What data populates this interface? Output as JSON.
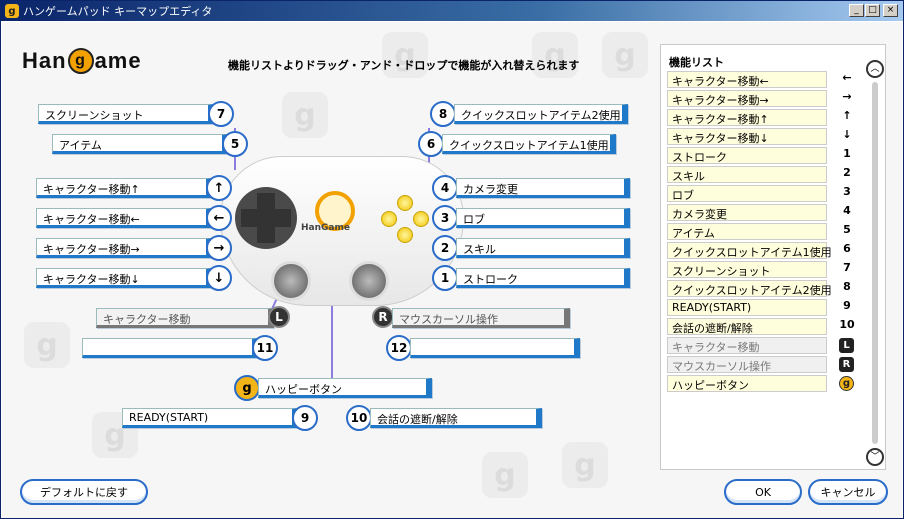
{
  "window": {
    "title": "ハンゲームパッド キーマップエディタ",
    "minimize": "_",
    "maximize": "□",
    "close": "×"
  },
  "logo": {
    "pre": "Han",
    "g": "g",
    "post": "ame"
  },
  "instruction": "機能リストよりドラッグ・アンド・ドロップで機能が入れ替えられます",
  "left_slots": [
    {
      "label": "スクリーンショット",
      "num": "7"
    },
    {
      "label": "アイテム",
      "num": "5"
    },
    {
      "label": "キャラクター移動↑",
      "icon": "↑"
    },
    {
      "label": "キャラクター移動←",
      "icon": "←"
    },
    {
      "label": "キャラクター移動→",
      "icon": "→"
    },
    {
      "label": "キャラクター移動↓",
      "icon": "↓"
    }
  ],
  "right_slots": [
    {
      "label": "クイックスロットアイテム2使用",
      "num": "8"
    },
    {
      "label": "クイックスロットアイテム1使用",
      "num": "6"
    },
    {
      "label": "カメラ変更",
      "num": "4"
    },
    {
      "label": "ロブ",
      "num": "3"
    },
    {
      "label": "スキル",
      "num": "2"
    },
    {
      "label": "ストローク",
      "num": "1"
    }
  ],
  "stick_left": {
    "label": "キャラクター移動",
    "badge": "L"
  },
  "stick_right": {
    "label": "マウスカーソル操作",
    "badge": "R"
  },
  "slot11": {
    "label": "",
    "num": "11"
  },
  "slot12": {
    "label": "",
    "num": "12"
  },
  "happy": {
    "label": "ハッピーボタン",
    "badge": "g"
  },
  "slot9": {
    "label": "READY(START)",
    "num": "9"
  },
  "slot10": {
    "label": "会話の遮断/解除",
    "num": "10"
  },
  "pad_text": "HanGame",
  "sidebar": {
    "title": "機能リスト",
    "items": [
      {
        "label": "キャラクター移動←",
        "value": "←"
      },
      {
        "label": "キャラクター移動→",
        "value": "→"
      },
      {
        "label": "キャラクター移動↑",
        "value": "↑"
      },
      {
        "label": "キャラクター移動↓",
        "value": "↓"
      },
      {
        "label": "ストローク",
        "value": "1"
      },
      {
        "label": "スキル",
        "value": "2"
      },
      {
        "label": "ロブ",
        "value": "3"
      },
      {
        "label": "カメラ変更",
        "value": "4"
      },
      {
        "label": "アイテム",
        "value": "5"
      },
      {
        "label": "クイックスロットアイテム1使用",
        "value": "6"
      },
      {
        "label": "スクリーンショット",
        "value": "7"
      },
      {
        "label": "クイックスロットアイテム2使用",
        "value": "8"
      },
      {
        "label": "READY(START)",
        "value": "9"
      },
      {
        "label": "会話の遮断/解除",
        "value": "10"
      },
      {
        "label": "キャラクター移動",
        "badge": "L"
      },
      {
        "label": "マウスカーソル操作",
        "badge": "R"
      },
      {
        "label": "ハッピーボタン",
        "badge": "g"
      }
    ],
    "scroll_up": "︿",
    "scroll_down": "﹀"
  },
  "buttons": {
    "default": "デフォルトに戻す",
    "ok": "OK",
    "cancel": "キャンセル"
  },
  "colors": {
    "accent": "#1f78c8",
    "title": "#0a246a",
    "gold": "#f2b416",
    "connector": "#8a7dde"
  }
}
